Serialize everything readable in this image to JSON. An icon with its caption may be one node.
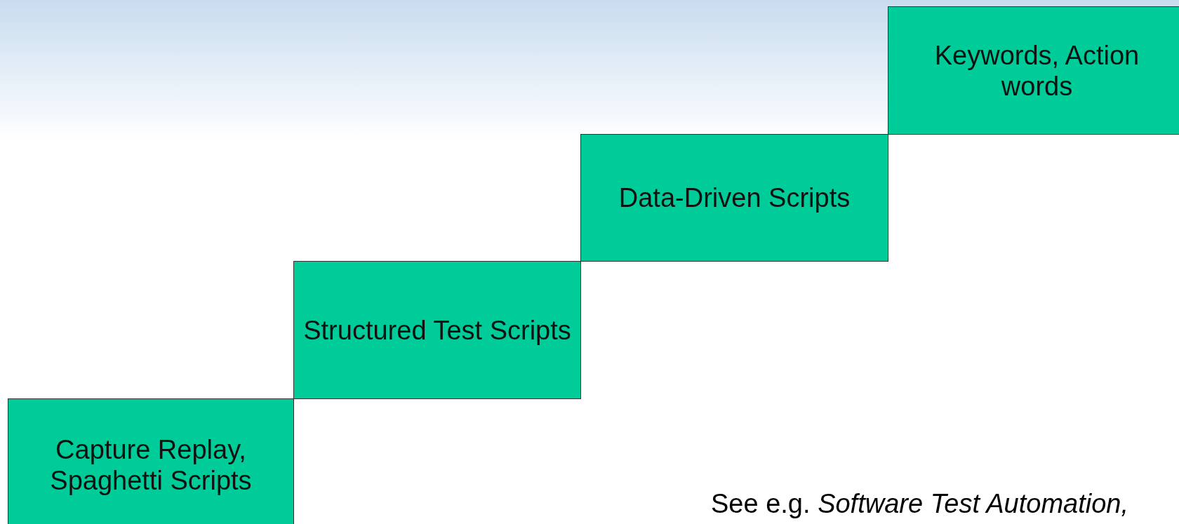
{
  "diagram": {
    "nodes": [
      {
        "text": [
          "Capture Replay, Spaghetti Scripts"
        ]
      },
      {
        "text": [
          "Structured Test Scripts"
        ]
      },
      {
        "text": [
          "Data-Driven Scripts"
        ]
      },
      {
        "text": [
          "Keywords, Action words"
        ]
      }
    ],
    "labels": [
      "See e.g. *Software Test Automation,*"
    ]
  }
}
